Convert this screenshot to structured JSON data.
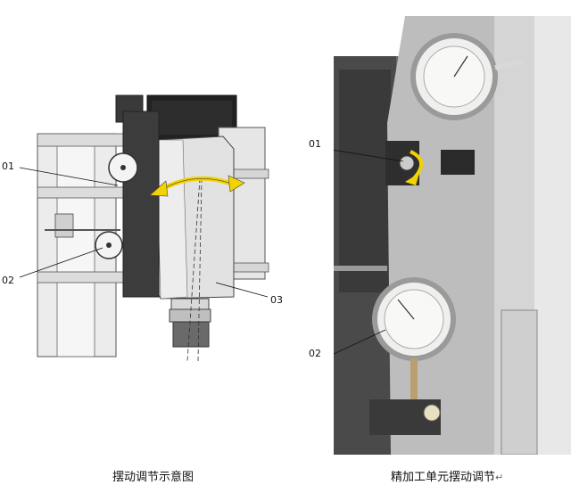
{
  "left_figure": {
    "labels": {
      "l01": "01",
      "l02": "02",
      "l03": "03"
    },
    "caption": "摆动调节示意图"
  },
  "right_figure": {
    "labels": {
      "r01": "01",
      "r02": "02"
    },
    "caption": "精加工单元摆动调节"
  },
  "colors": {
    "arrow": "#f2d200",
    "metal_light": "#e4e4e4",
    "metal_dark": "#5a5a5a"
  },
  "icons": [
    "double-arrow-icon",
    "dial-indicator-icon"
  ]
}
